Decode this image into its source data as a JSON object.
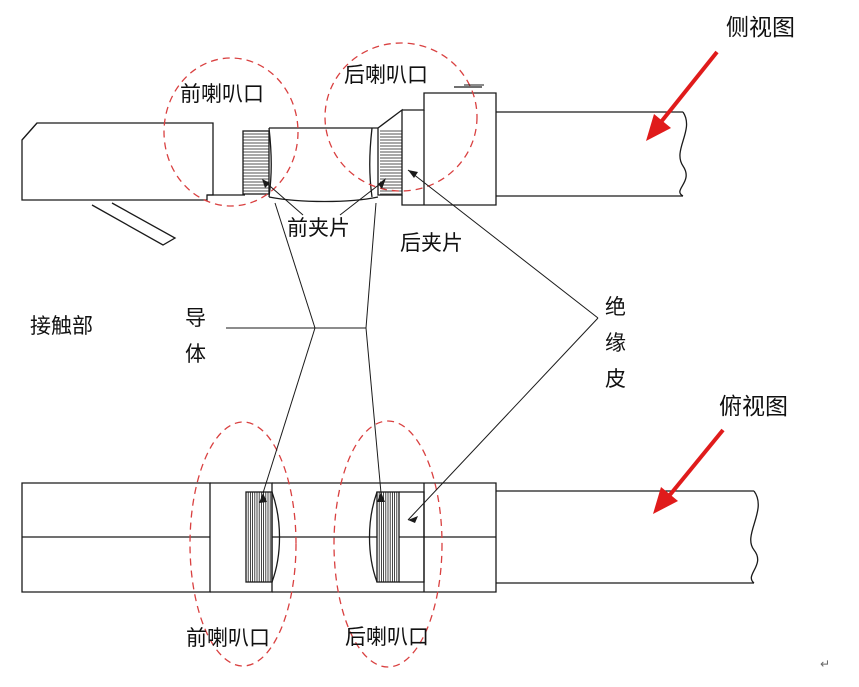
{
  "labels": {
    "side_view": "侧视图",
    "top_view": "俯视图",
    "front_bellmouth_top": "前喇叭口",
    "rear_bellmouth_top": "后喇叭口",
    "front_clip": "前夹片",
    "rear_clip": "后夹片",
    "contact_part": "接触部",
    "conductor_1": "导",
    "conductor_2": "体",
    "insulation_1": "绝",
    "insulation_2": "缘",
    "insulation_3": "皮",
    "front_bellmouth_bottom": "前喇叭口",
    "rear_bellmouth_bottom": "后喇叭口",
    "return_mark": "↵"
  },
  "colors": {
    "line": "#1a1a1a",
    "arrow": "#e01b1b",
    "dashed_circle": "#d94040"
  }
}
